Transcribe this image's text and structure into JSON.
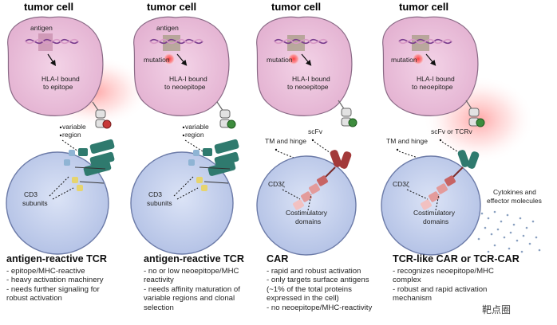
{
  "panels": [
    {
      "id": "p1",
      "header": "tumor cell",
      "antigen_label": "antigen",
      "hla_label_line1": "HLA-I bound",
      "hla_label_line2": "to epitope",
      "region_label_line1": "variable",
      "region_label_line2": "region",
      "cd3_label_line1": "CD3",
      "cd3_label_line2": "subunits",
      "title": "antigen-reactive TCR",
      "bullets": [
        "- epitope/MHC-reactive",
        "- heavy activation machinery",
        "- needs further signaling for",
        "  robust activation"
      ]
    },
    {
      "id": "p2",
      "header": "tumor cell",
      "antigen_label": "antigen",
      "mutation_label": "mutation",
      "hla_label_line1": "HLA-I bound",
      "hla_label_line2": "to neoepitope",
      "region_label_line1": "variable",
      "region_label_line2": "region",
      "cd3_label_line1": "CD3",
      "cd3_label_line2": "subunits",
      "title": "antigen-reactive TCR",
      "bullets": [
        "- no or low neoepitope/MHC",
        "  reactivity",
        "- needs affinity maturation of",
        "  variable regions and clonal",
        "  selection"
      ]
    },
    {
      "id": "p3",
      "header": "tumor cell",
      "mutation_label": "mutation",
      "hla_label_line1": "HLA-I bound",
      "hla_label_line2": "to neoepitope",
      "scfv_label": "scFv",
      "tm_label": "TM and hinge",
      "cd3z_label": "CD3ζ",
      "costim_line1": "Costimulatory",
      "costim_line2": "domains",
      "title": "CAR",
      "bullets": [
        "- rapid and robust activation",
        "- only targets surface antigens",
        "  (~1% of the total proteins",
        "  expressed in the cell)",
        "- no neoepitope/MHC-reactivity"
      ]
    },
    {
      "id": "p4",
      "header": "tumor cell",
      "mutation_label": "mutation",
      "hla_label_line1": "HLA-I bound",
      "hla_label_line2": "to neoepitope",
      "scfv_label": "scFv or TCRv",
      "tm_label": "TM and hinge",
      "cd3z_label": "CD3ζ",
      "costim_line1": "Costimulatory",
      "costim_line2": "domains",
      "cytokine_line1": "Cytokines and",
      "cytokine_line2": "effector molecules",
      "title": "TCR-like CAR or TCR-CAR",
      "bullets": [
        "- recognizes neoepitope/MHC",
        "  complex",
        "- robust and rapid activation",
        "  mechanism"
      ]
    }
  ],
  "watermark": "靶点圈",
  "colors": {
    "tumor_fill": "#ecc4dd",
    "tumor_stroke": "#8a6a86",
    "tcell_fill": "#c7d3ee",
    "tcell_stroke": "#6c7ba8",
    "glow": "#ff6b6b",
    "dna_purple": "#7a3d8e",
    "dna_pink": "#d99ac6",
    "tcr_teal": "#2f7a6e",
    "car_red": "#a33a3a",
    "green_dot": "#3d8c3d",
    "red_dot": "#c73838"
  }
}
